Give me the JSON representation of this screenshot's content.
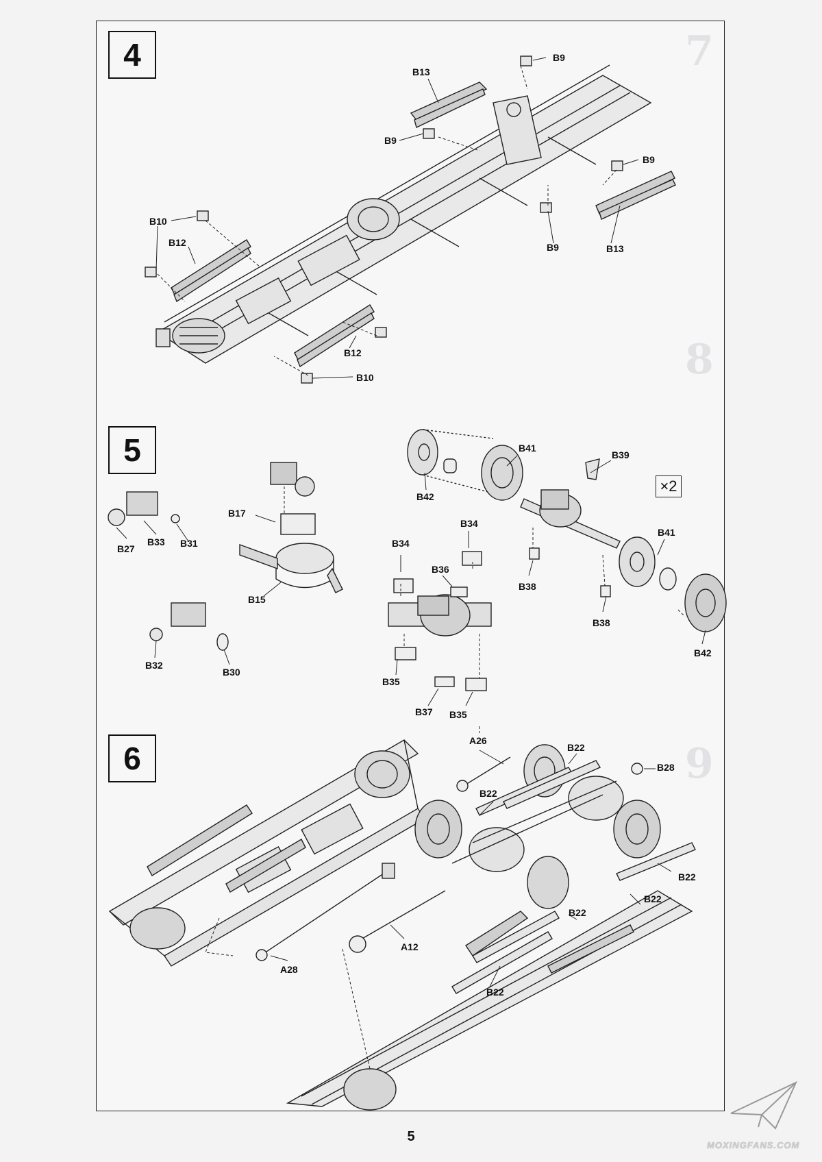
{
  "page_number": "5",
  "watermark": "MOXINGFANS.COM",
  "steps": [
    {
      "number": "4"
    },
    {
      "number": "5",
      "multiplier": "×2"
    },
    {
      "number": "6"
    }
  ],
  "step4_callouts": [
    "B9",
    "B13",
    "B9",
    "B9",
    "B9",
    "B13",
    "B10",
    "B12",
    "B12",
    "B10"
  ],
  "step5_callouts": [
    "B41",
    "B39",
    "B42",
    "B17",
    "B27",
    "B33",
    "B31",
    "B15",
    "B34",
    "B34",
    "B36",
    "B41",
    "B38",
    "B38",
    "B42",
    "B32",
    "B30",
    "B35",
    "B37",
    "B35"
  ],
  "step6_callouts": [
    "A26",
    "B22",
    "B28",
    "B22",
    "B22",
    "B22",
    "B22",
    "A12",
    "A28",
    "B22"
  ]
}
